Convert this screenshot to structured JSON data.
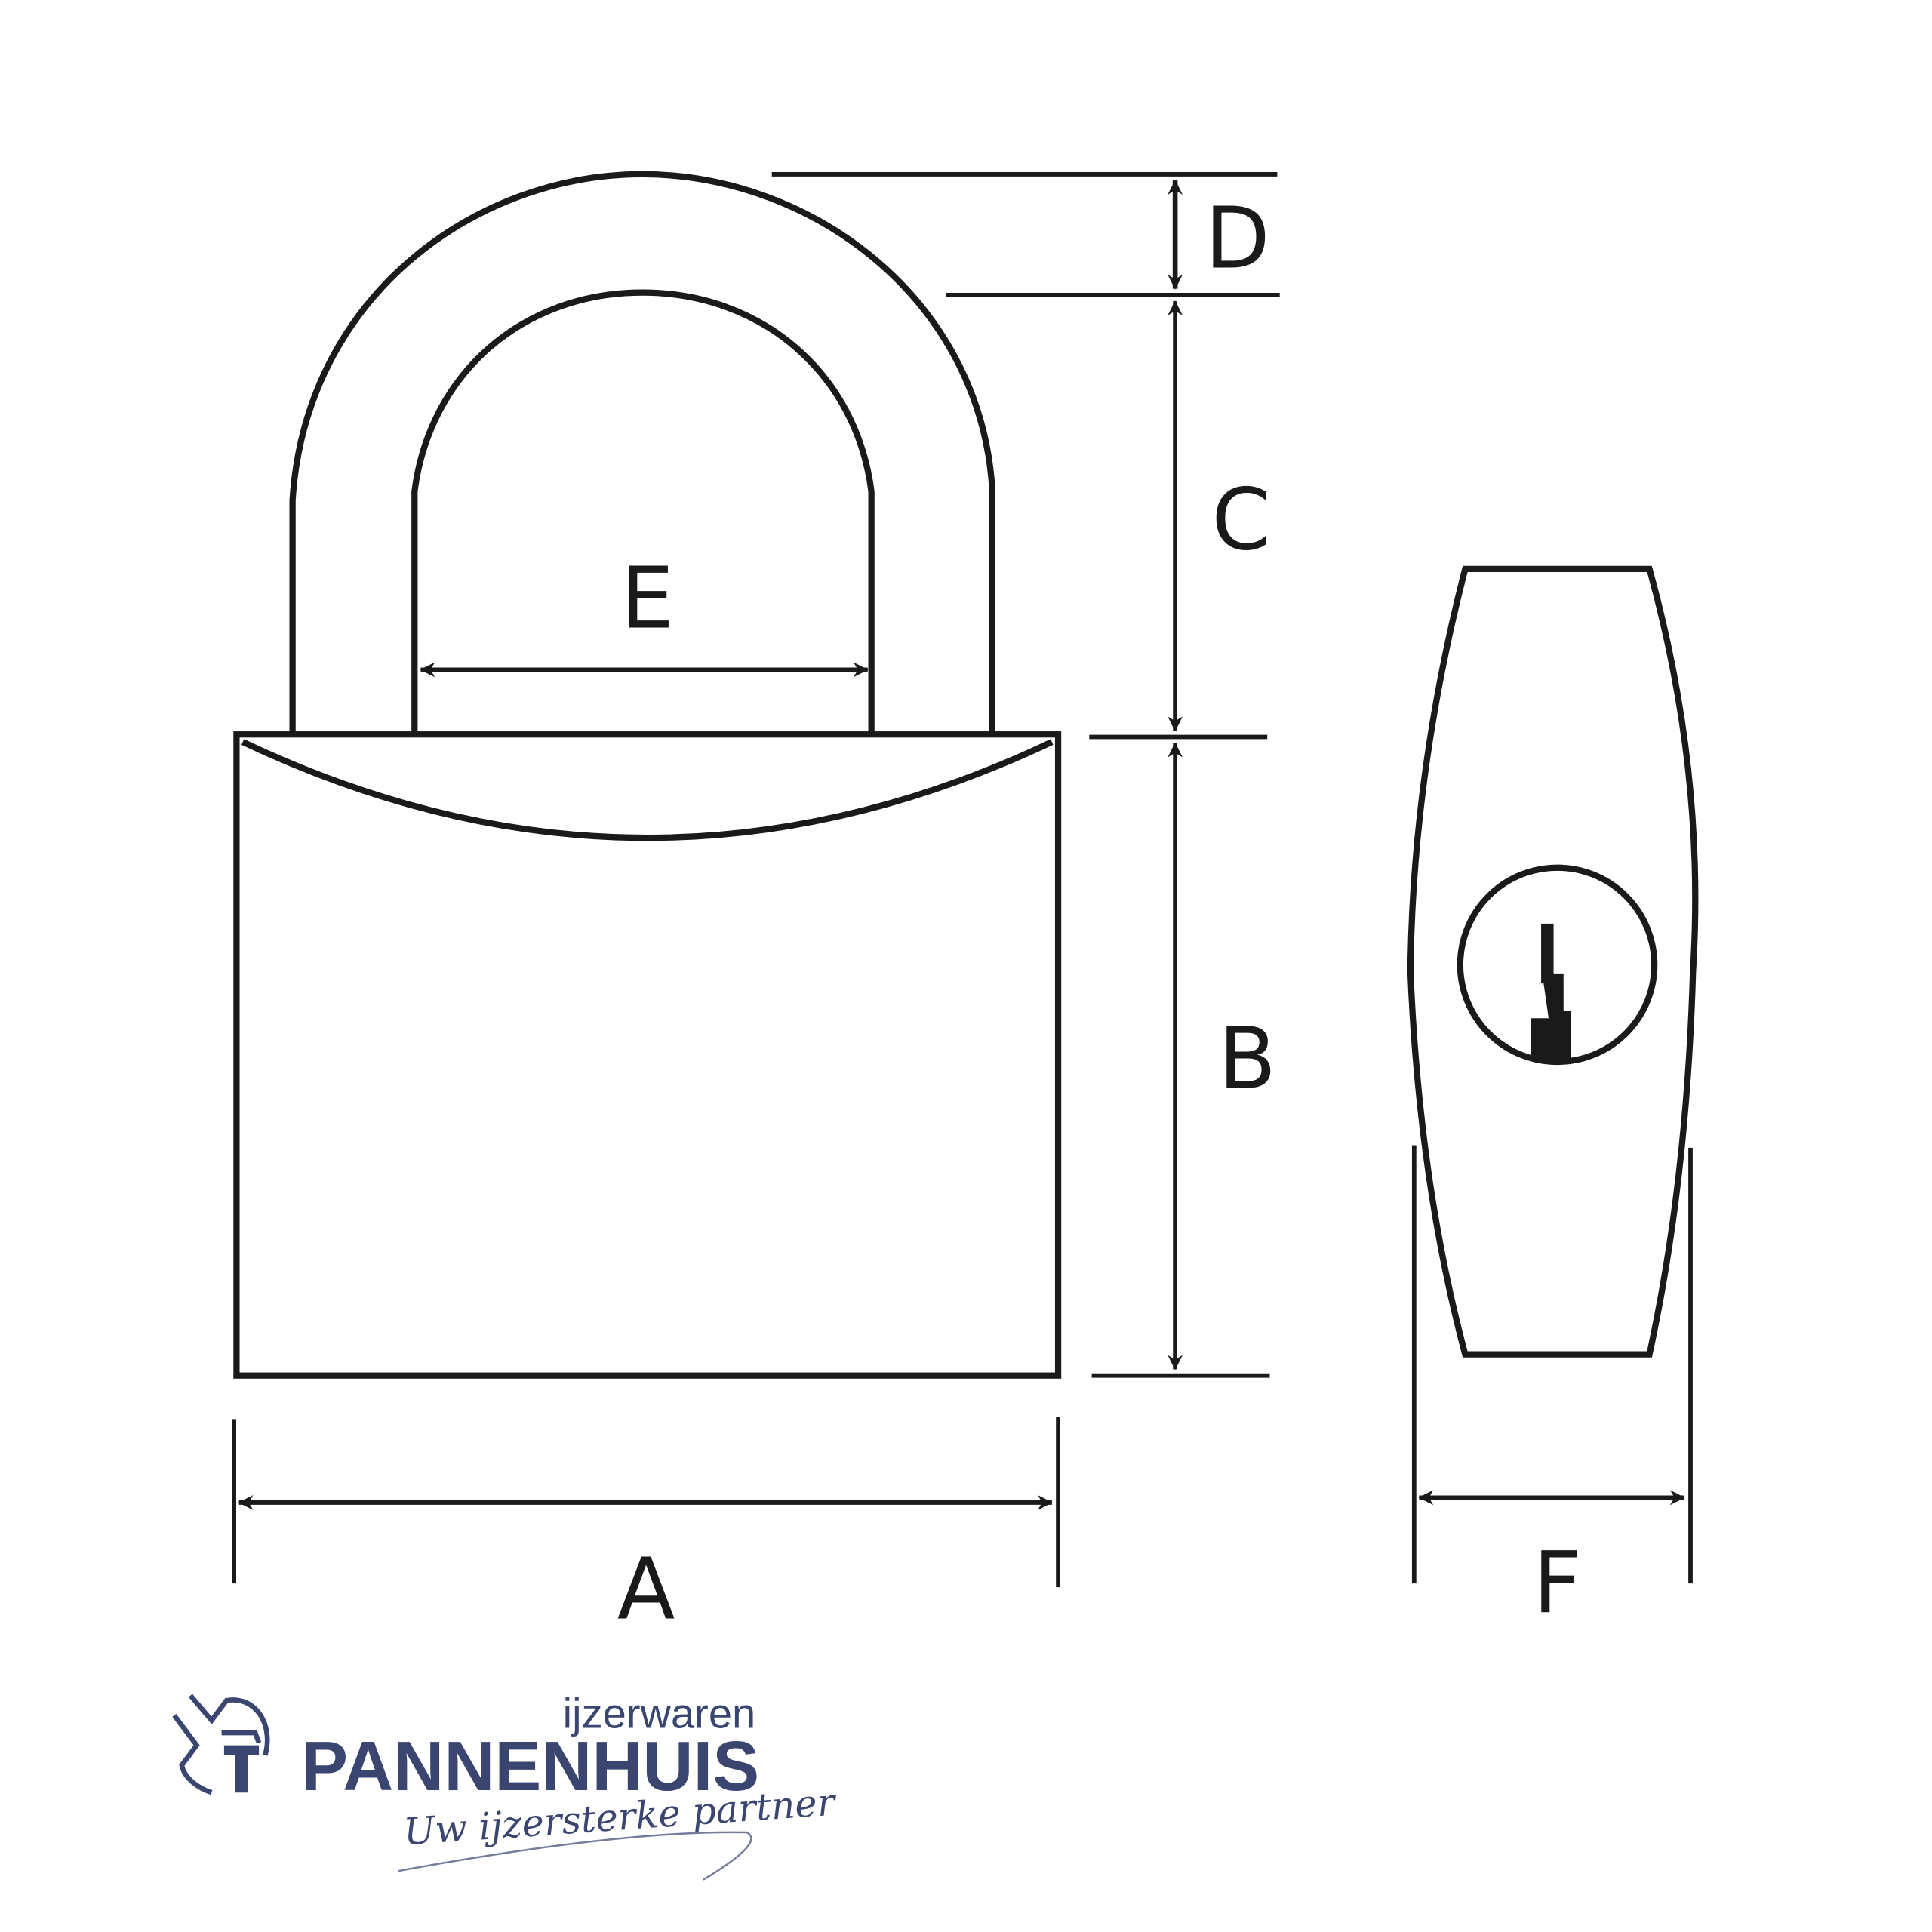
{
  "diagram": {
    "labels": {
      "A": "A",
      "B": "B",
      "C": "C",
      "D": "D",
      "E": "E",
      "F": "F"
    }
  },
  "logo": {
    "top_word": "ijzerwaren",
    "brand": "PANNENHUIS",
    "tagline": "Uw ijzersterke partner",
    "color": "#3a4570"
  }
}
